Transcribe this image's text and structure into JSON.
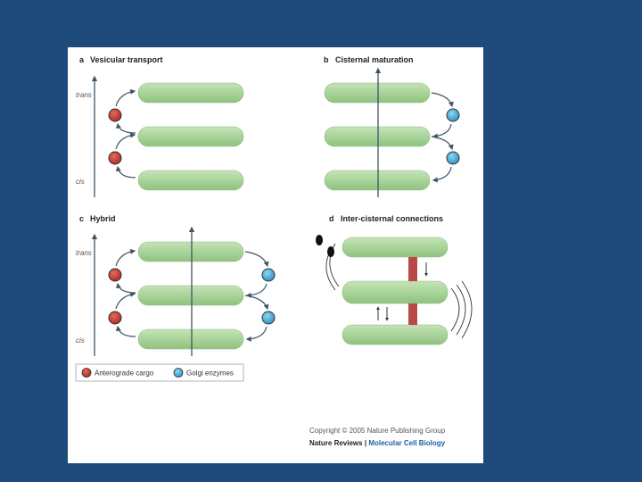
{
  "panels": {
    "a": {
      "letter": "a",
      "title": "Vesicular transport"
    },
    "b": {
      "letter": "b",
      "title": "Cisternal maturation"
    },
    "c": {
      "letter": "c",
      "title": "Hybrid"
    },
    "d": {
      "letter": "d",
      "title": "Inter-cisternal connections"
    }
  },
  "axis": {
    "top": "trans",
    "bottom": "cis"
  },
  "legend": {
    "cargo": "Anterograde cargo",
    "enzymes": "Golgi enzymes"
  },
  "credit": {
    "copyright": "Copyright © 2005 Nature Publishing Group",
    "journal": "Nature Reviews",
    "separator": "|",
    "section": "Molecular Cell Biology"
  },
  "colors": {
    "background": "#1f4a7c",
    "cisterna": "#a9d49a",
    "cargo": "#c0392b",
    "enzyme": "#3aa3d6",
    "connection": "#b94a4a"
  }
}
